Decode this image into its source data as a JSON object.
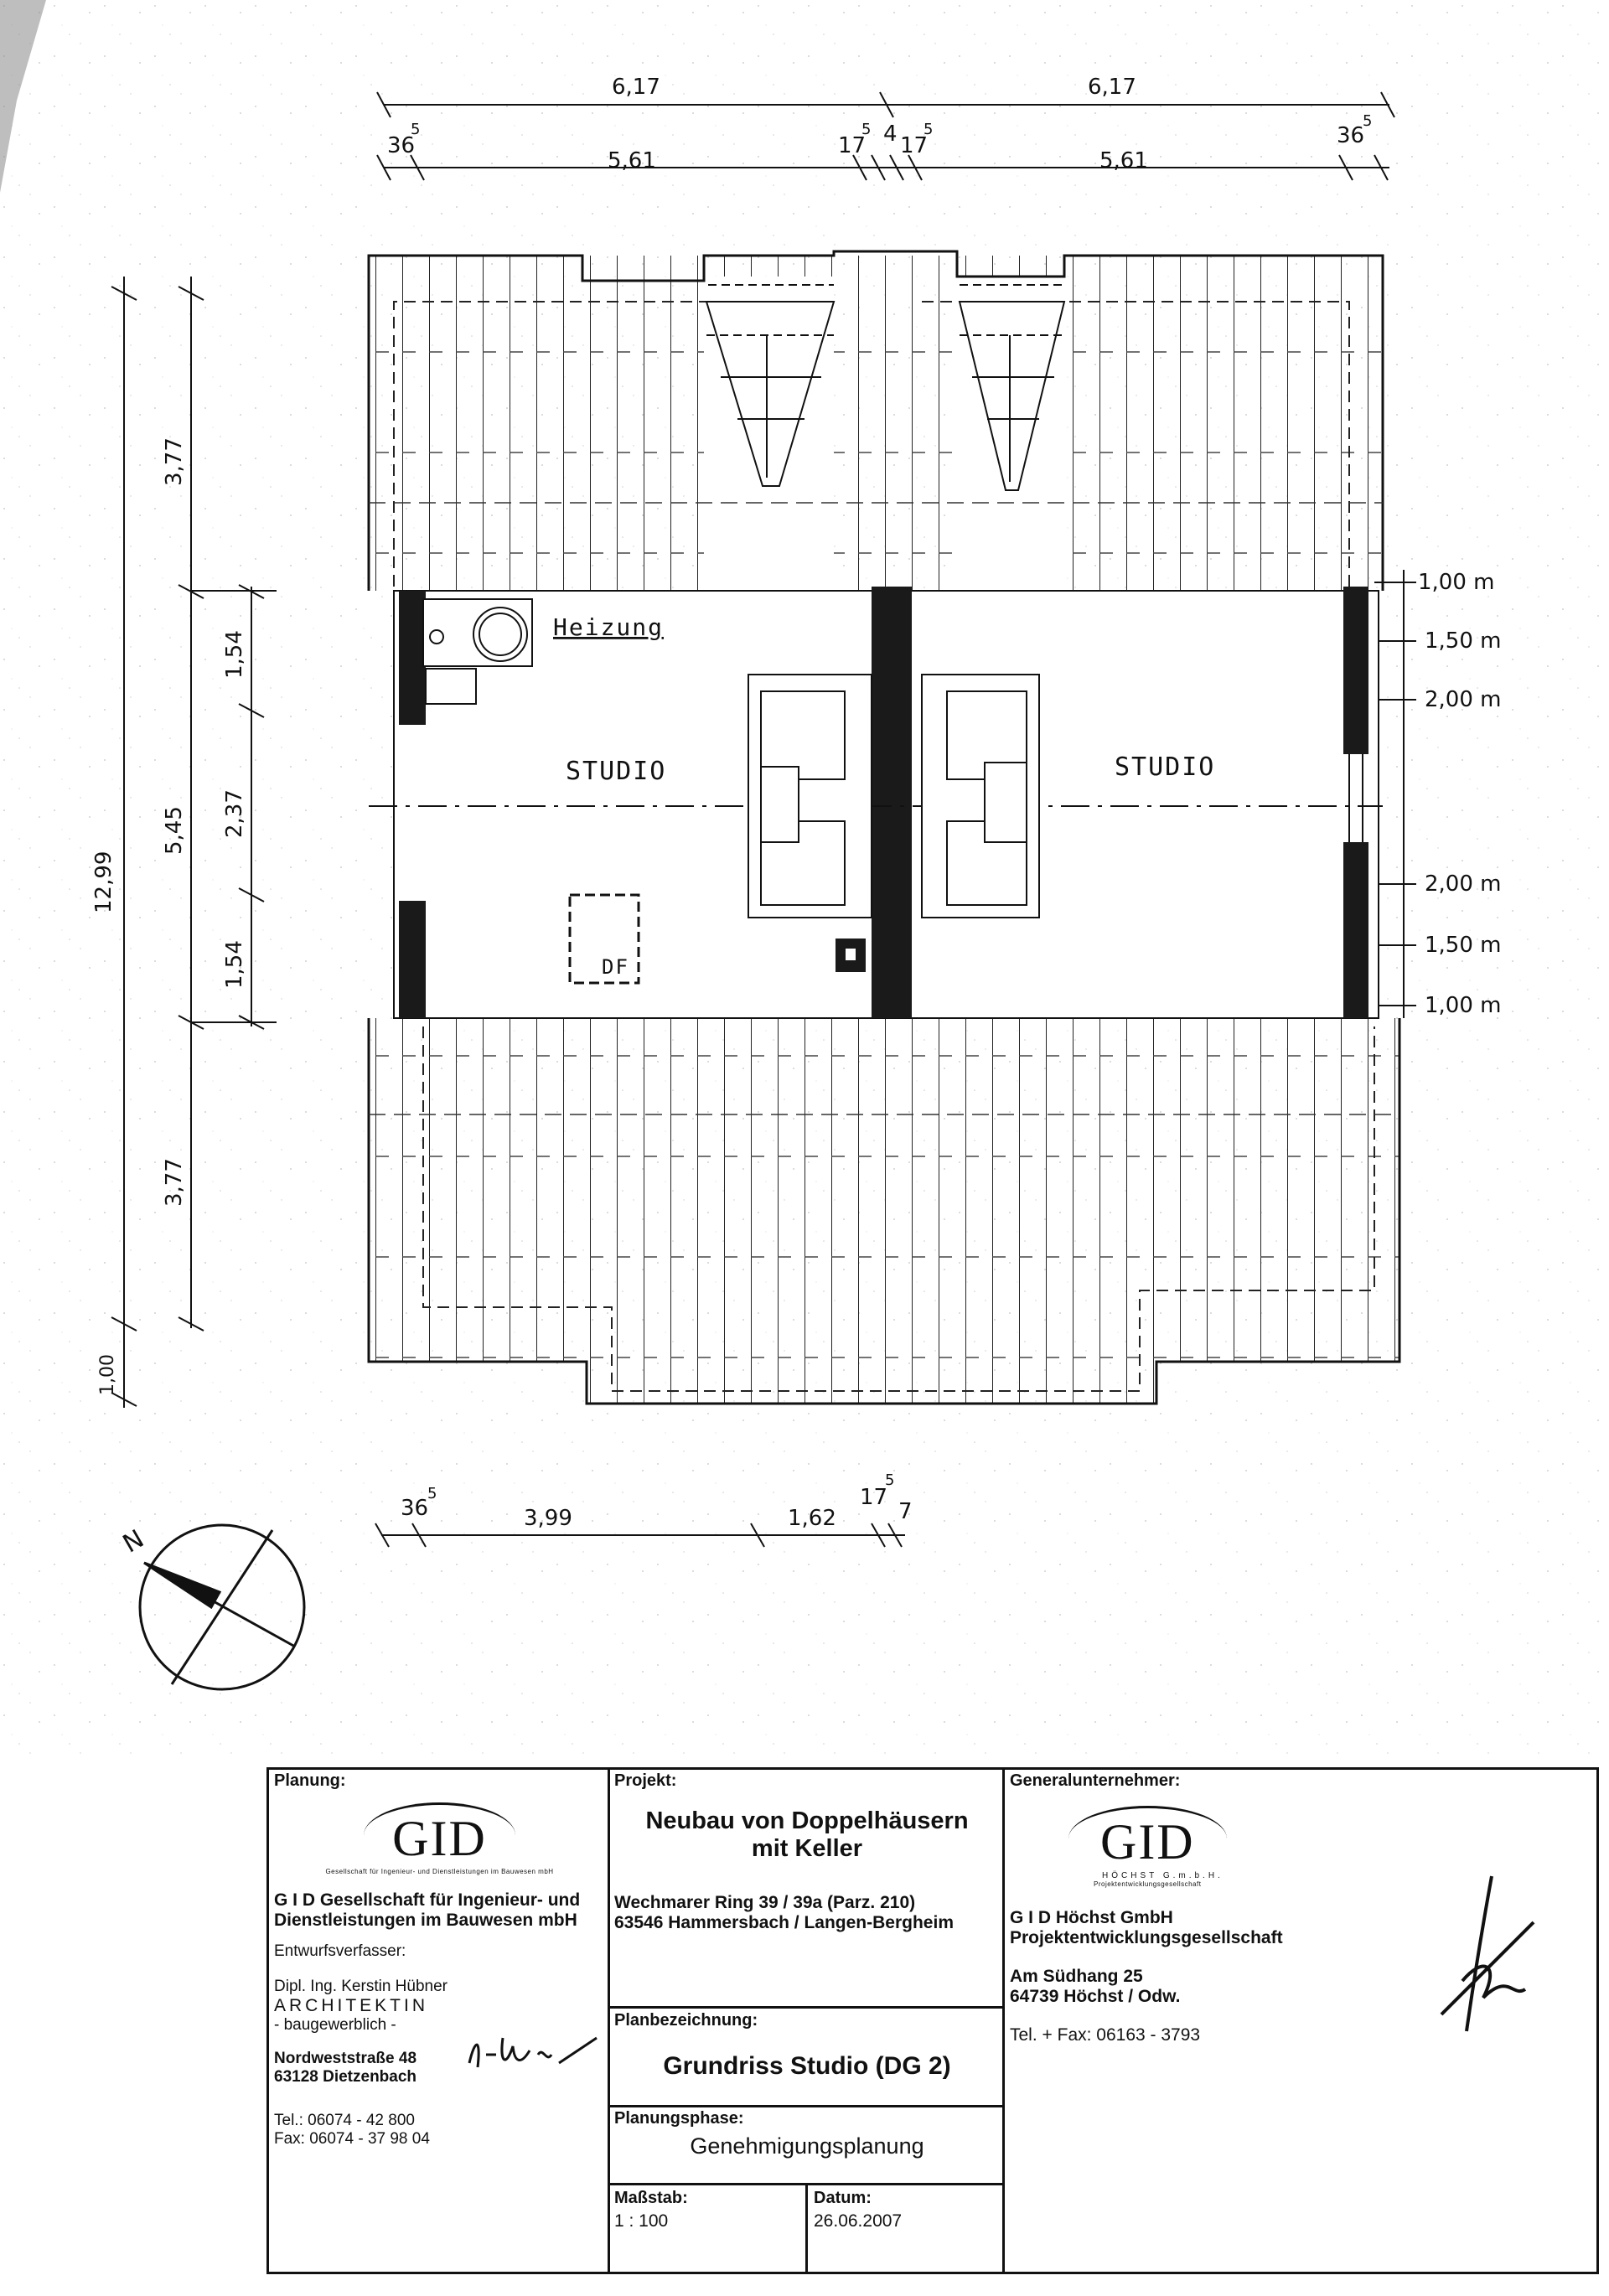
{
  "dimensions": {
    "top_overall": [
      "6,17",
      "6,17"
    ],
    "top_detail": [
      "36",
      "5",
      "5,61",
      "17",
      "5",
      "4",
      "17",
      "5",
      "5,61",
      "36",
      "5"
    ],
    "left_outer": [
      "12,99",
      "1,00"
    ],
    "left_middle": [
      "3,77",
      "5,45",
      "3,77"
    ],
    "left_inner": [
      "1,54",
      "2,37",
      "1,54"
    ],
    "bottom": [
      "36",
      "5",
      "3,99",
      "1,62",
      "17",
      "5",
      "7"
    ],
    "right_heights": [
      "1,00 m",
      "1,50 m",
      "2,00 m",
      "2,00 m",
      "1,50 m",
      "1,00 m"
    ]
  },
  "rooms": {
    "left_studio": "STUDIO",
    "right_studio": "STUDIO",
    "heating": "Heizung",
    "skylight": "DF"
  },
  "compass": {
    "north": "N"
  },
  "title_block": {
    "planung": {
      "label": "Planung:",
      "logo": "GID",
      "logo_sub": "Gesellschaft für Ingenieur- und Dienstleistungen im Bauwesen mbH",
      "company_line1": "G I D Gesellschaft für Ingenieur- und",
      "company_line2": "Dienstleistungen im Bauwesen mbH",
      "entwurf_label": "Entwurfsverfasser:",
      "architect_name": "Dipl. Ing. Kerstin Hübner",
      "architect_title": "ARCHITEKTIN",
      "architect_note": "- baugewerblich -",
      "street": "Nordweststraße 48",
      "city": "63128 Dietzenbach",
      "tel": "Tel.:  06074 - 42 800",
      "fax": "Fax:  06074 - 37 98 04"
    },
    "projekt": {
      "label": "Projekt:",
      "title_line1": "Neubau von Doppelhäusern",
      "title_line2": "mit Keller",
      "address_line1": "Wechmarer Ring 39 / 39a (Parz. 210)",
      "address_line2": "63546 Hammersbach / Langen-Bergheim"
    },
    "planbezeichnung": {
      "label": "Planbezeichnung:",
      "value": "Grundriss Studio (DG 2)"
    },
    "planungsphase": {
      "label": "Planungsphase:",
      "value": "Genehmigungsplanung"
    },
    "massstab": {
      "label": "Maßstab:",
      "value": "1 : 100"
    },
    "datum": {
      "label": "Datum:",
      "value": "26.06.2007"
    },
    "generalunternehmer": {
      "label": "Generalunternehmer:",
      "logo": "GID",
      "logo_sub1": "HÖCHST G.m.b.H.",
      "logo_sub2": "Projektentwicklungsgesellschaft",
      "company_line1": "G I D  Höchst GmbH",
      "company_line2": "Projektentwicklungsgesellschaft",
      "street": "Am Südhang 25",
      "city": "64739 Höchst / Odw.",
      "phone": "Tel. + Fax: 06163 - 3793"
    }
  }
}
